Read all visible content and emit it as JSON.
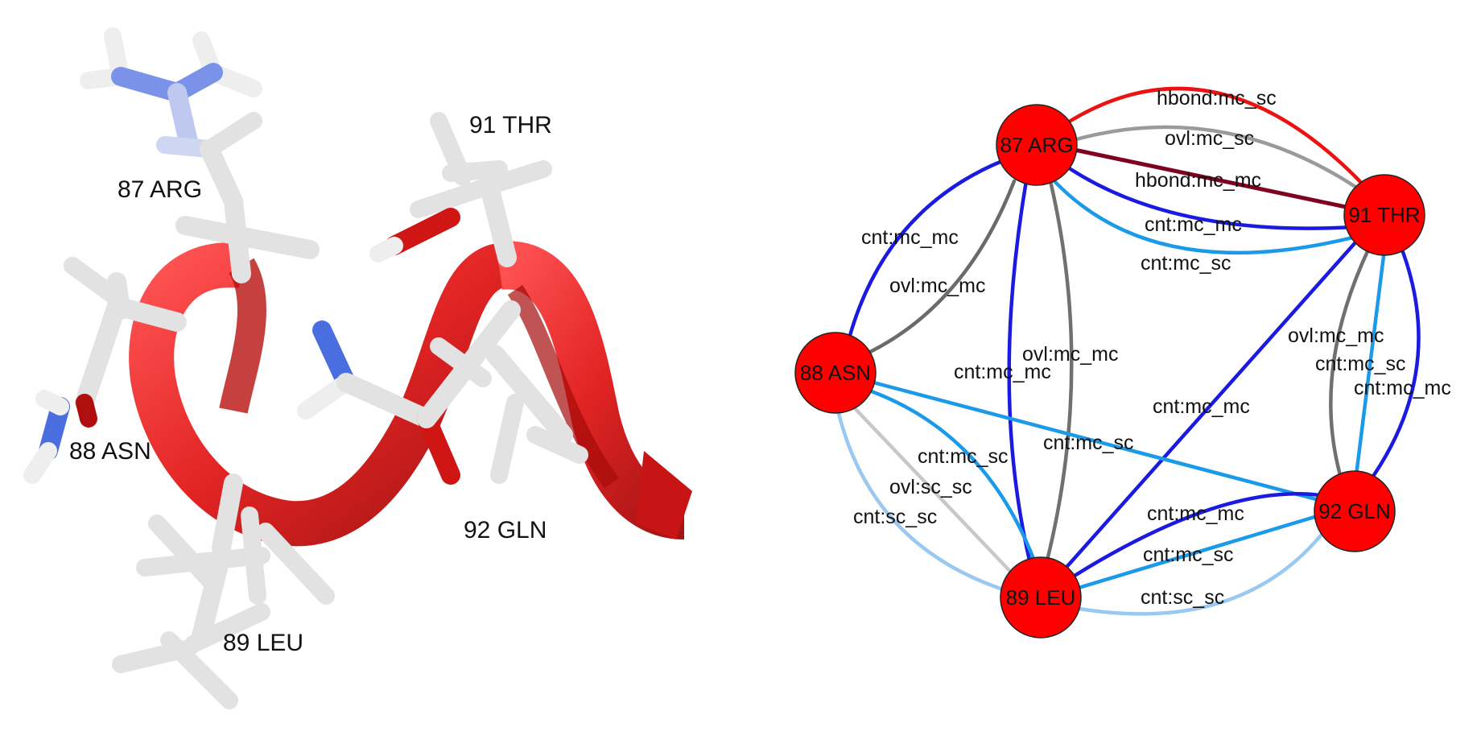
{
  "colors": {
    "helix": "#e01c1c",
    "stick_carbon": "#e2e2e2",
    "nitrogen": "#4a6ee0",
    "oxygen": "#d01515",
    "node_fill": "#ff0000",
    "hbond_mc_sc": "#ee1111",
    "hbond_mc_mc": "#800020",
    "ovl": "#808080",
    "cnt_mc_mc": "#1a1ae0",
    "cnt_mc_sc": "#1a9ae8",
    "cnt_sc_sc": "#99c8f0",
    "ovl_sc_sc": "#c8c8c8"
  },
  "structure": {
    "residue_labels": [
      "87 ARG",
      "91 THR",
      "88 ASN",
      "92 GLN",
      "89 LEU"
    ]
  },
  "network": {
    "nodes": [
      "87 ARG",
      "91 THR",
      "88 ASN",
      "92 GLN",
      "89 LEU"
    ],
    "edges": [
      {
        "from": "87 ARG",
        "to": "91 THR",
        "label": "hbond:mc_sc",
        "kind": "hbond_mc_sc"
      },
      {
        "from": "87 ARG",
        "to": "91 THR",
        "label": "ovl:mc_sc",
        "kind": "ovl"
      },
      {
        "from": "87 ARG",
        "to": "91 THR",
        "label": "hbond:mc_mc",
        "kind": "hbond_mc_mc"
      },
      {
        "from": "87 ARG",
        "to": "91 THR",
        "label": "cnt:mc_mc",
        "kind": "cnt_mc_mc"
      },
      {
        "from": "87 ARG",
        "to": "91 THR",
        "label": "cnt:mc_sc",
        "kind": "cnt_mc_sc"
      },
      {
        "from": "87 ARG",
        "to": "88 ASN",
        "label": "cnt:mc_mc",
        "kind": "cnt_mc_mc"
      },
      {
        "from": "87 ARG",
        "to": "88 ASN",
        "label": "ovl:mc_mc",
        "kind": "ovl"
      },
      {
        "from": "87 ARG",
        "to": "89 LEU",
        "label": "cnt:mc_mc",
        "kind": "cnt_mc_mc"
      },
      {
        "from": "87 ARG",
        "to": "89 LEU",
        "label": "ovl:mc_mc",
        "kind": "ovl"
      },
      {
        "from": "91 THR",
        "to": "92 GLN",
        "label": "ovl:mc_mc",
        "kind": "ovl"
      },
      {
        "from": "91 THR",
        "to": "92 GLN",
        "label": "cnt:mc_sc",
        "kind": "cnt_mc_sc"
      },
      {
        "from": "91 THR",
        "to": "92 GLN",
        "label": "cnt:mc_mc",
        "kind": "cnt_mc_mc"
      },
      {
        "from": "91 THR",
        "to": "89 LEU",
        "label": "cnt:mc_mc",
        "kind": "cnt_mc_mc"
      },
      {
        "from": "88 ASN",
        "to": "92 GLN",
        "label": "cnt:mc_sc",
        "kind": "cnt_mc_sc"
      },
      {
        "from": "88 ASN",
        "to": "89 LEU",
        "label": "cnt:mc_sc",
        "kind": "cnt_mc_sc"
      },
      {
        "from": "88 ASN",
        "to": "89 LEU",
        "label": "ovl:sc_sc",
        "kind": "ovl_sc_sc"
      },
      {
        "from": "88 ASN",
        "to": "89 LEU",
        "label": "cnt:sc_sc",
        "kind": "cnt_sc_sc"
      },
      {
        "from": "89 LEU",
        "to": "92 GLN",
        "label": "cnt:mc_mc",
        "kind": "cnt_mc_mc"
      },
      {
        "from": "89 LEU",
        "to": "92 GLN",
        "label": "cnt:mc_sc",
        "kind": "cnt_mc_sc"
      },
      {
        "from": "89 LEU",
        "to": "92 GLN",
        "label": "cnt:sc_sc",
        "kind": "cnt_sc_sc"
      }
    ]
  }
}
